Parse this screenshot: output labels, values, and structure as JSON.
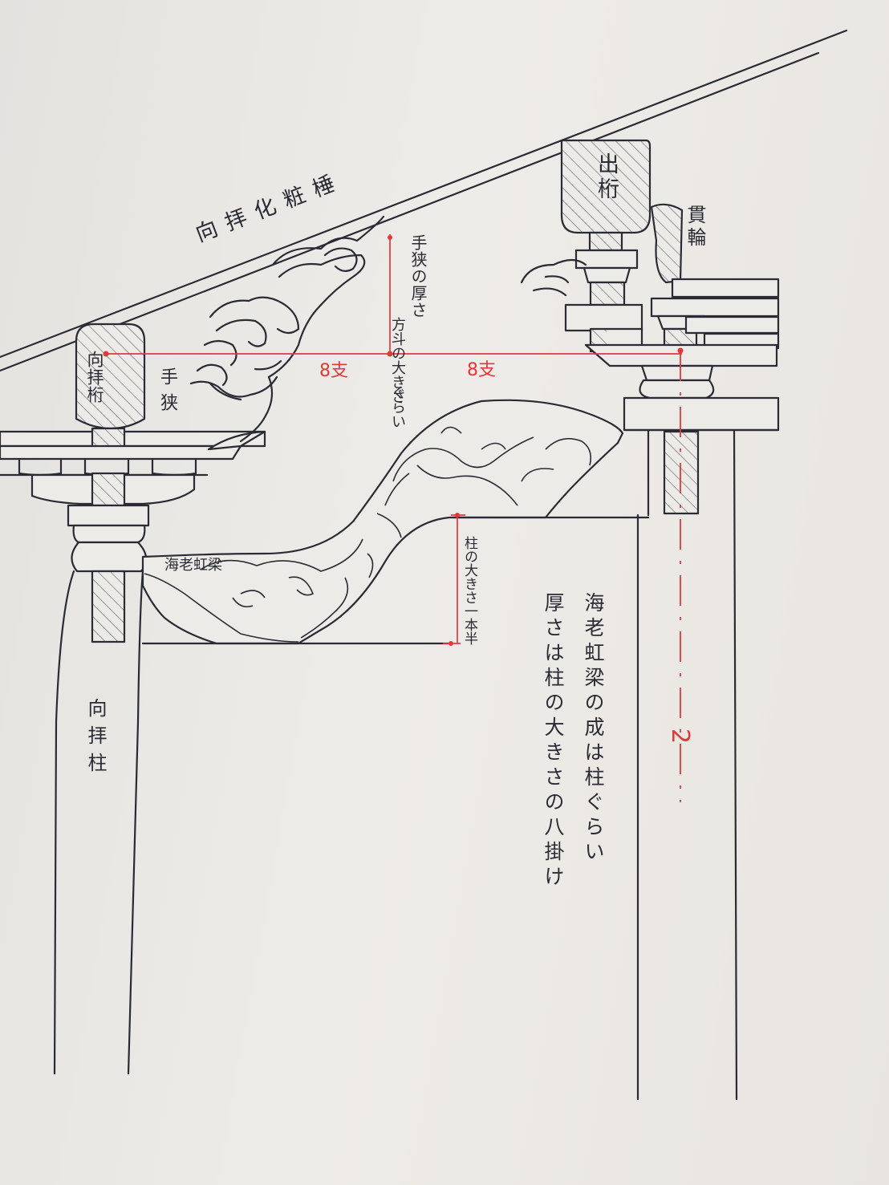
{
  "labels": {
    "roof_label": "向拝化粧棰",
    "detsuketa": "出桁",
    "tsuranowa": "貫輪",
    "kohai_keta": "向拝桁",
    "tebasami": "手狭",
    "tebasami_note": "手狭の厚さ",
    "masu_note_1": "方斗の大きさ",
    "masu_note_2": "ぐらい",
    "span_left": "8支",
    "span_right": "8支",
    "ebikoryo": "海老虹梁",
    "column_note": "柱の大きさ一本半",
    "kohai_bashira": "向拝柱",
    "note_line1": "海老虹梁の成は柱ぐらい",
    "note_line2": "厚さは柱の大きさの八掛け",
    "centerline_mark": "2"
  }
}
